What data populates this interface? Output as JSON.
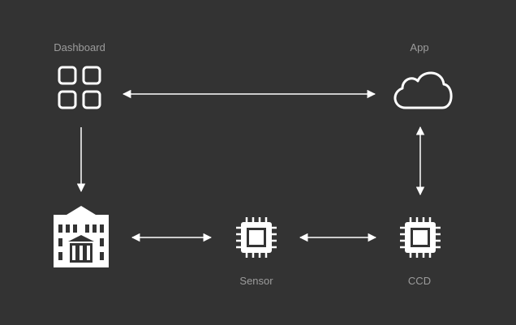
{
  "colors": {
    "background": "#333333",
    "stroke": "#ffffff",
    "label": "#9c9c9c"
  },
  "nodes": {
    "dashboard": {
      "label": "Dashboard",
      "icon": "grid-icon"
    },
    "app": {
      "label": "App",
      "icon": "cloud-icon"
    },
    "building": {
      "label": "",
      "icon": "building-icon"
    },
    "sensor": {
      "label": "Sensor",
      "icon": "chip-icon"
    },
    "ccd": {
      "label": "CCD",
      "icon": "chip-icon"
    }
  },
  "edges": [
    {
      "from": "dashboard",
      "to": "app",
      "direction": "both"
    },
    {
      "from": "dashboard",
      "to": "building",
      "direction": "forward"
    },
    {
      "from": "app",
      "to": "ccd",
      "direction": "both"
    },
    {
      "from": "building",
      "to": "sensor",
      "direction": "both"
    },
    {
      "from": "sensor",
      "to": "ccd",
      "direction": "both"
    }
  ]
}
